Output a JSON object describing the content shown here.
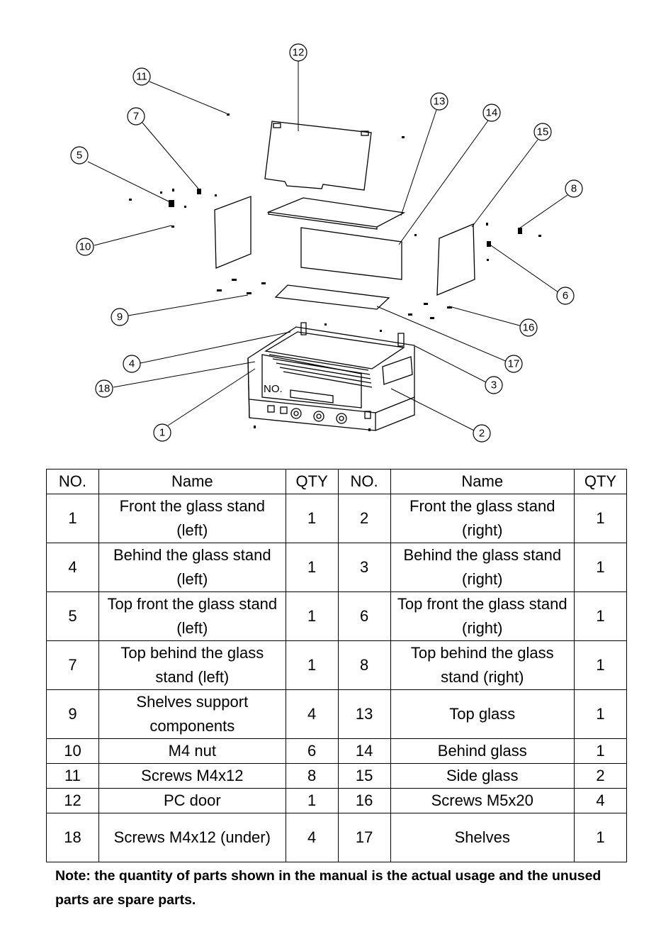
{
  "callouts": [
    "1",
    "2",
    "3",
    "4",
    "5",
    "6",
    "7",
    "8",
    "9",
    "10",
    "11",
    "12",
    "13",
    "14",
    "15",
    "16",
    "17",
    "18"
  ],
  "diagram_label": "NO.",
  "table": {
    "headers": [
      "NO.",
      "Name",
      "QTY",
      "NO.",
      "Name",
      "QTY"
    ],
    "rows": [
      {
        "no1": "1",
        "name1": "Front the glass stand (left)",
        "qty1": "1",
        "no2": "2",
        "name2": "Front the glass stand (right)",
        "qty2": "1"
      },
      {
        "no1": "4",
        "name1": "Behind the glass stand (left)",
        "qty1": "1",
        "no2": "3",
        "name2": "Behind the glass stand (right)",
        "qty2": "1"
      },
      {
        "no1": "5",
        "name1": "Top front the glass stand (left)",
        "qty1": "1",
        "no2": "6",
        "name2": "Top front the glass stand (right)",
        "qty2": "1"
      },
      {
        "no1": "7",
        "name1": "Top behind the glass stand (left)",
        "qty1": "1",
        "no2": "8",
        "name2": "Top behind the glass stand (right)",
        "qty2": "1"
      },
      {
        "no1": "9",
        "name1": "Shelves support components",
        "qty1": "4",
        "no2": "13",
        "name2": "Top glass",
        "qty2": "1"
      },
      {
        "no1": "10",
        "name1": "M4 nut",
        "qty1": "6",
        "no2": "14",
        "name2": "Behind glass",
        "qty2": "1"
      },
      {
        "no1": "11",
        "name1": "Screws M4x12",
        "qty1": "8",
        "no2": "15",
        "name2": "Side glass",
        "qty2": "2"
      },
      {
        "no1": "12",
        "name1": "PC door",
        "qty1": "1",
        "no2": "16",
        "name2": "Screws M5x20",
        "qty2": "4"
      },
      {
        "no1": "18",
        "name1": "Screws M4x12 (under)",
        "qty1": "4",
        "no2": "17",
        "name2": "Shelves",
        "qty2": "1"
      }
    ]
  },
  "note": "Note: the quantity of parts shown in the manual is the actual usage and the unused parts are spare parts."
}
